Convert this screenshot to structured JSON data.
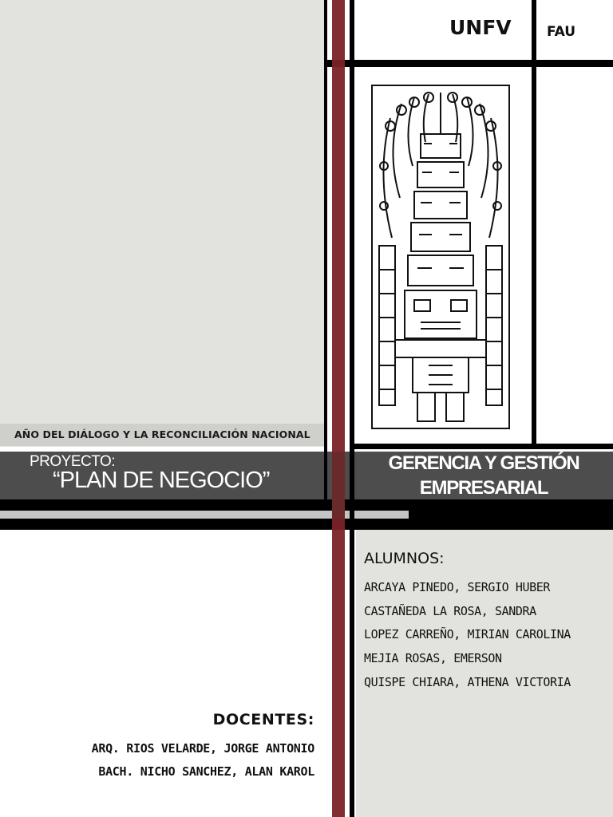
{
  "header": {
    "university": "UNFV",
    "faculty": "FAU"
  },
  "banner": {
    "year_text": "AÑO DEL DIÁLOGO Y LA RECONCILIACIÓN NACIONAL"
  },
  "project": {
    "label": "PROYECTO:",
    "name": "“PLAN DE NEGOCIO”"
  },
  "course": {
    "line1": "GERENCIA Y GESTIÓN",
    "line2": "EMPRESARIAL"
  },
  "students": {
    "title": "ALUMNOS:",
    "names": [
      "ARCAYA PINEDO, SERGIO HUBER",
      "CASTAÑEDA LA ROSA, SANDRA",
      "LOPEZ CARREÑO, MIRIAN CAROLINA",
      "MEJIA ROSAS, EMERSON",
      "QUISPE CHIARA, ATHENA VICTORIA"
    ]
  },
  "teachers": {
    "title": "DOCENTES:",
    "names": [
      "ARQ. RIOS VELARDE, JORGE ANTONIO",
      "BACH. NICHO SANCHEZ, ALAN KAROL"
    ]
  },
  "colors": {
    "accent_red": "#7a2226",
    "panel_gray": "#e2e3de",
    "band_dark": "#4d4d4d"
  },
  "logo": {
    "icon": "raimondi-stela-icon"
  }
}
